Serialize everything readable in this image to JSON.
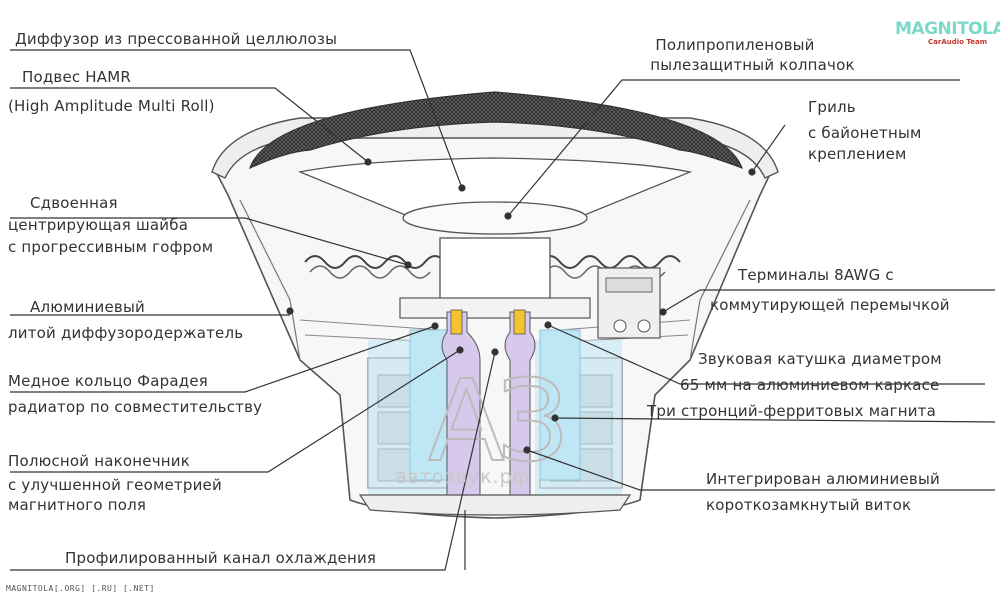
{
  "labels": {
    "cone": "Диффузор из прессованной целлюлозы",
    "surround_1": "Подвес HAMR",
    "surround_2": "(High Amplitude Multi Roll)",
    "dustcap_1": "Полипропиленовый",
    "dustcap_2": "пылезащитный колпачок",
    "grille_1": "Гриль",
    "grille_2": "с байонетным",
    "grille_3": "креплением",
    "spider_1": "Сдвоенная",
    "spider_2": "центрирующая шайба",
    "spider_3": "с прогрессивным гофром",
    "terminals_1": "Терминалы 8AWG с",
    "terminals_2": "коммутирующей перемычкой",
    "basket_1": "Алюминиевый",
    "basket_2": "литой диффузородержатель",
    "voicecoil_1": "Звуковая катушка диаметром",
    "voicecoil_2": "65 мм на алюминиевом каркасе",
    "magnets": "Три стронций-ферритовых магнита",
    "faraday_1": "Медное кольцо Фарадея",
    "faraday_2": "радиатор по совместительству",
    "polepiece_1": "Полюсной наконечник",
    "polepiece_2": "с улучшенной геометрией",
    "polepiece_3": "магнитного поля",
    "shorting_1": "Интегрирован алюминиевый",
    "shorting_2": "короткозамкнутый виток",
    "cooling": "Профилированный канал охлаждения"
  },
  "brand": {
    "name": "MAGNITOLA",
    "sub": "CarAudio Team"
  },
  "watermark": {
    "mark": "АЗ",
    "text": "автозвук.рф"
  },
  "footer": "MAGNITOLA[.ORG] [.RU] [.NET]",
  "colors": {
    "line": "#333333",
    "outline": "#555555",
    "magnet_blue": "#bfe6f5",
    "pole_lilac": "#d6c9ec",
    "coil_yellow": "#f3c230",
    "brand_teal": "#7bd9c9",
    "brand_red": "#c0392b"
  }
}
